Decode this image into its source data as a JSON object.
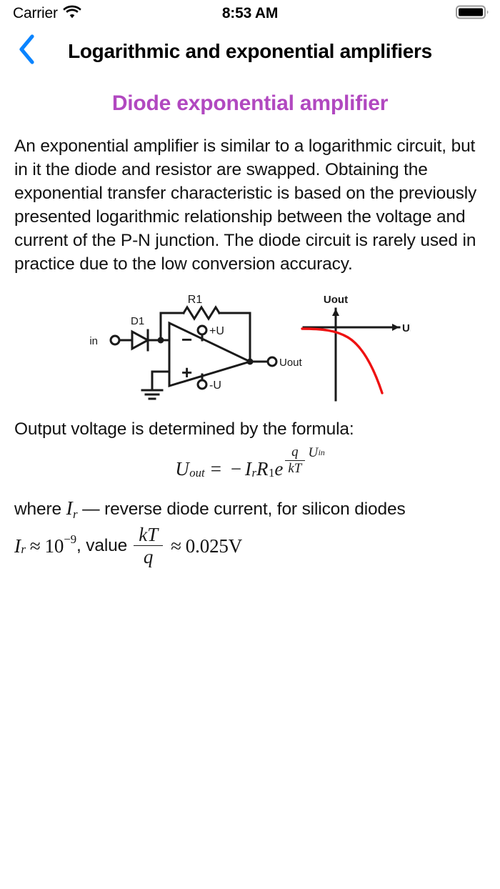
{
  "status_bar": {
    "carrier": "Carrier",
    "wifi_icon": "wifi-icon",
    "time": "8:53 AM",
    "battery_icon": "battery-full-icon"
  },
  "nav_bar": {
    "back_icon": "chevron-left-icon",
    "title": "Logarithmic and exponential amplifiers"
  },
  "article": {
    "heading": "Diode exponential amplifier",
    "heading_color": "#B148C0",
    "paragraph": "An exponential amplifier is similar to a logarithmic circuit, but in it the diode and resistor are swapped. Obtaining the exponential transfer characteristic is based on the previously presented logarithmic relationship between the voltage and current of the P-N junction. The diode circuit is rarely used in practice due to the low conversion accuracy.",
    "formula_lead": "Output voltage is determined by the formula:",
    "formula_main": {
      "lhs_symbol": "U",
      "lhs_sub": "out",
      "equals": "=",
      "minus": "−",
      "current_symbol": "I",
      "current_sub": "r",
      "resistor_symbol": "R",
      "resistor_sub": "1",
      "exp_base": "e",
      "exp_frac_num": "q",
      "exp_frac_den": "kT",
      "exp_factor_symbol": "U",
      "exp_factor_sub": "in",
      "plain": "U_out = -I_r R_1 e^(q/kT · U_in)"
    },
    "where_line1_pre": "where ",
    "where_line1_symbol": "I",
    "where_line1_sub": "r",
    "where_line1_post": " — reverse diode current, for silicon diodes",
    "where_line2_symbol": "I",
    "where_line2_sub": "r",
    "where_line2_approx": "≈",
    "where_line2_value_base": "10",
    "where_line2_value_exp": "−9",
    "where_line2_comma": ", value ",
    "where_line2_frac_num": "kT",
    "where_line2_frac_den": "q",
    "where_line2_approx2": "≈",
    "where_line2_result": "0.025V"
  },
  "figure": {
    "name": "diode-exponential-amplifier-figure",
    "circuit": {
      "labels": {
        "input": "Uin",
        "diode": "D1",
        "resistor": "R1",
        "inverting": "−",
        "noninverting": "+",
        "supply_pos": "+U",
        "supply_neg": "-U",
        "output": "Uout"
      },
      "line_color": "#1a1a1a"
    },
    "graph": {
      "y_axis_label": "Uout",
      "x_axis_label": "Uin",
      "curve_color": "#EE1111",
      "axis_color": "#111111",
      "description": "Negative exponential transfer characteristic: output stays near zero for negative Uin and falls steeply negative as Uin increases"
    }
  }
}
